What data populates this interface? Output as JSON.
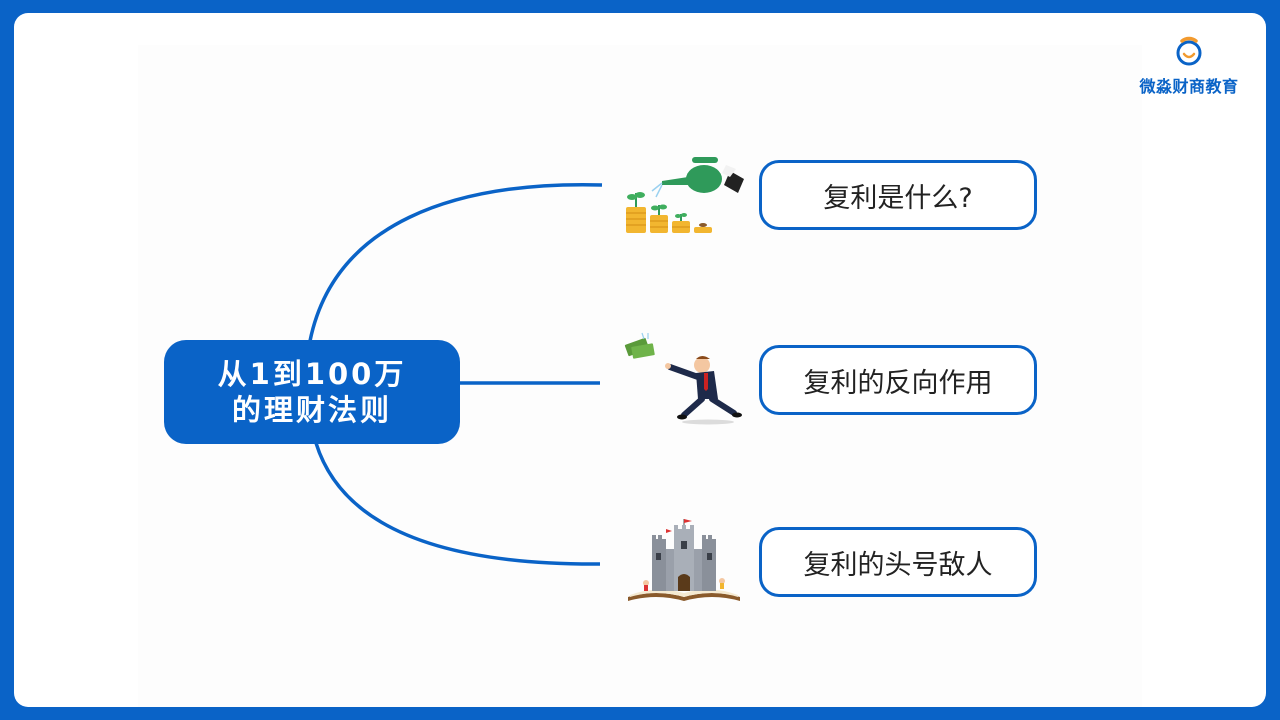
{
  "brand": {
    "name": "微淼财商教育",
    "primary_color": "#0a63c7",
    "accent_color": "#f29a2e"
  },
  "center": {
    "line1": "从1到100万",
    "line2": "的理财法则"
  },
  "branches": [
    {
      "label": "复利是什么?",
      "icon": "watering-plant-coins-icon"
    },
    {
      "label": "复利的反向作用",
      "icon": "running-man-chasing-money-icon"
    },
    {
      "label": "复利的头号敌人",
      "icon": "castle-on-book-icon"
    }
  ]
}
